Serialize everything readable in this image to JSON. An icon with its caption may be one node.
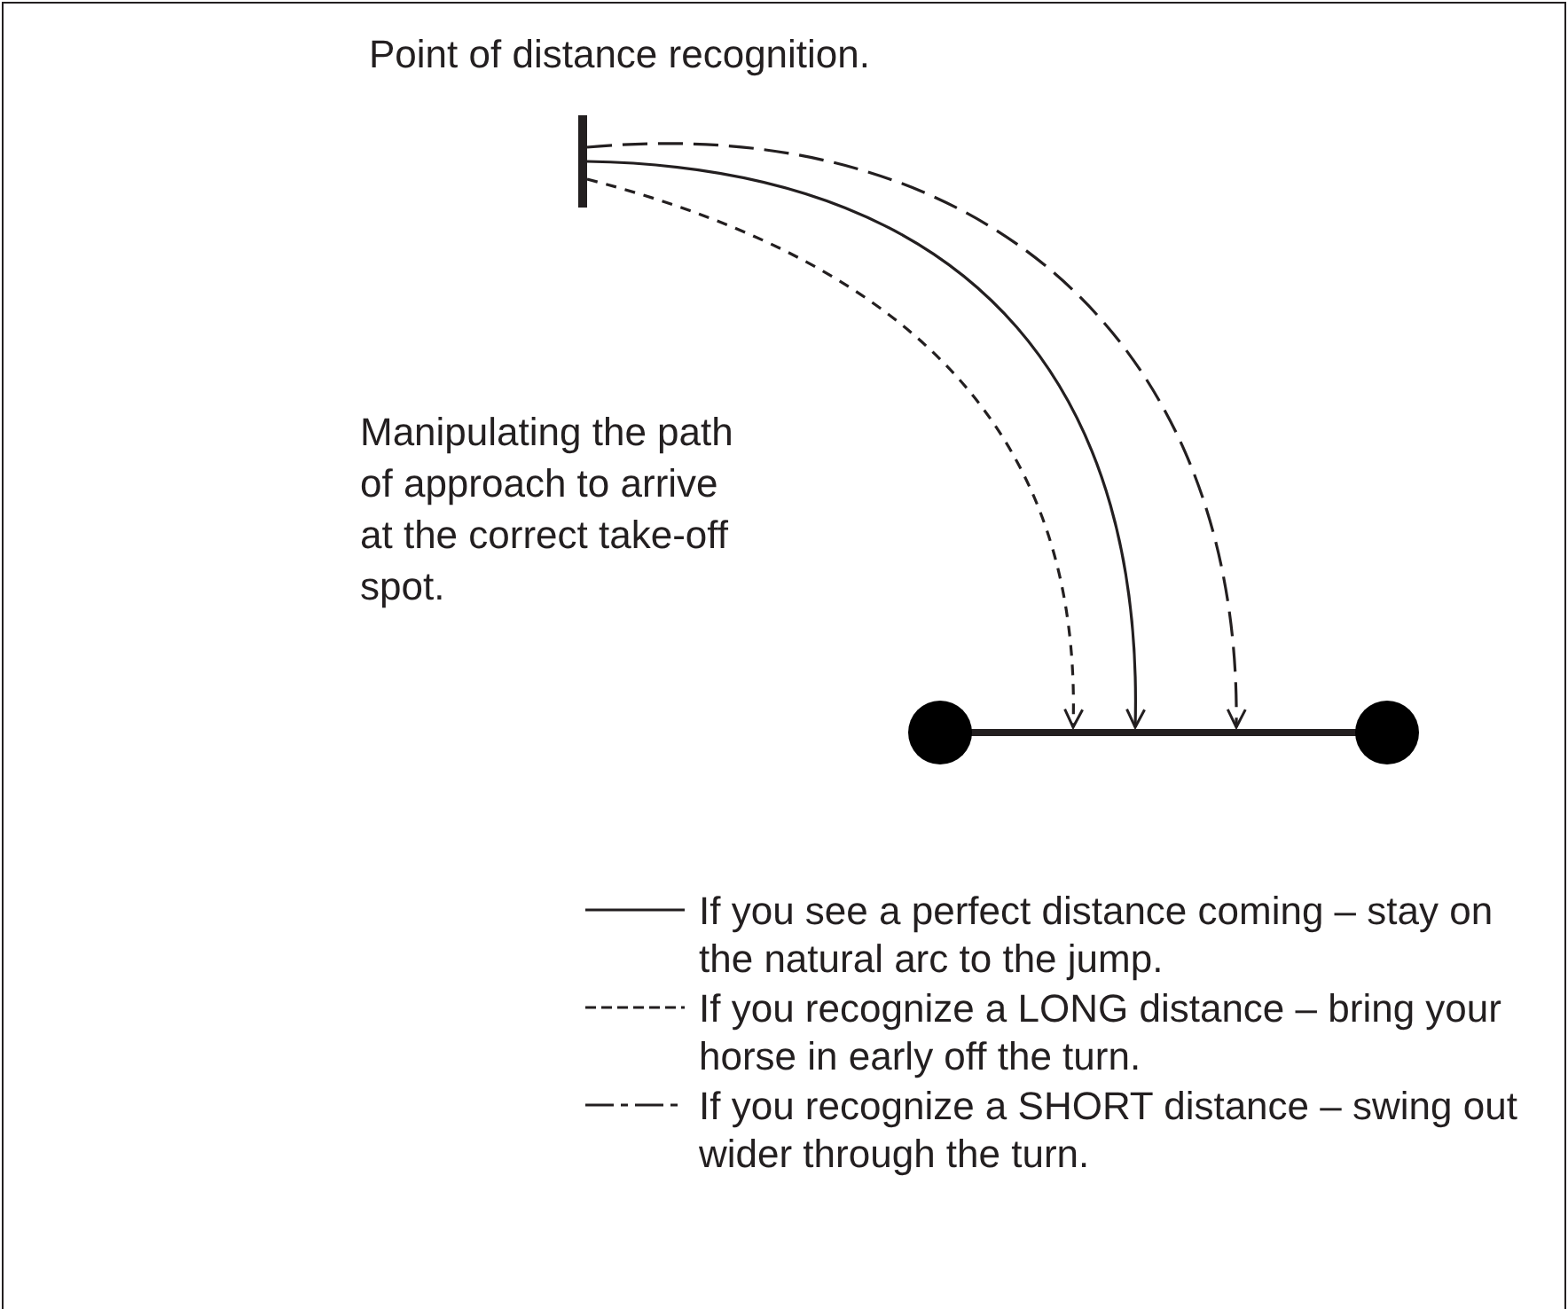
{
  "diagram": {
    "nodes": [
      {
        "text": [],
        "shape": "bar"
      },
      {
        "text": [],
        "shape": "bar"
      }
    ],
    "edges": [
      {
        "from": 0,
        "to": 1,
        "arrow": "to",
        "style": "dashed"
      },
      {
        "from": 0,
        "to": 1,
        "arrow": "to"
      },
      {
        "from": 0,
        "to": 1,
        "arrow": "to",
        "style": "dashed"
      }
    ],
    "labels": [
      "Point of distance recognition.",
      "Manipulating the path of approach to arrive at the correct take-off spot."
    ],
    "legend": [
      {
        "text": "If you see a perfect distance coming – stay on the natural arc to the jump."
      },
      {
        "text": "If you recognize a LONG distance – bring your horse in early off the turn."
      },
      {
        "text": "If you recognize a SHORT distance – swing out wider through the turn."
      }
    ]
  }
}
